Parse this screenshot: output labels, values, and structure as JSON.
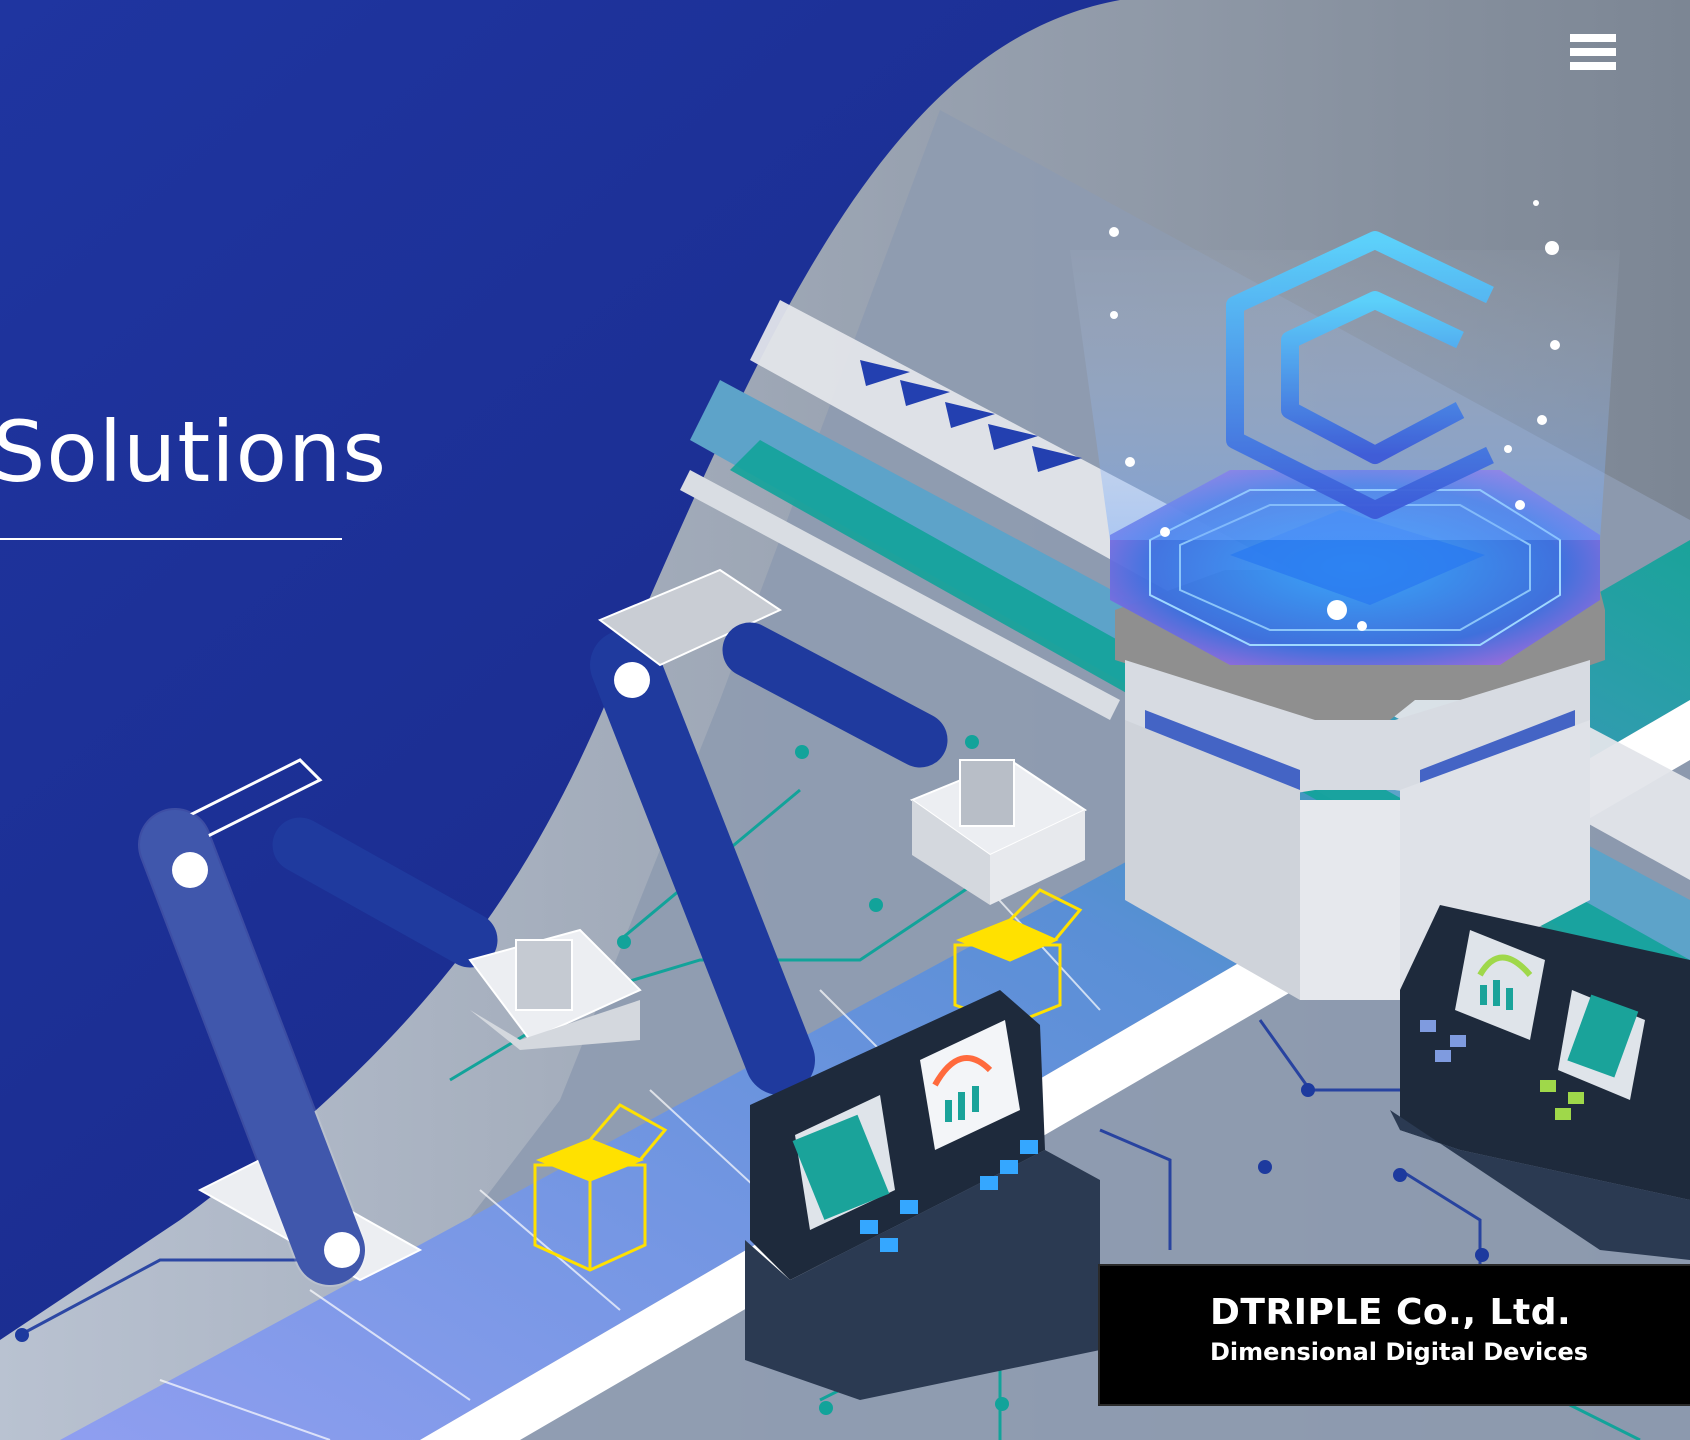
{
  "hero": {
    "title": "Solutions"
  },
  "header": {
    "menu_icon": "hamburger-menu-icon"
  },
  "brand": {
    "name": "DTRIPLE Co., Ltd.",
    "tagline": "Dimensional Digital Devices"
  },
  "colors": {
    "navy": "#1b2b8f",
    "gray_panel": "#8e9bb0",
    "teal": "#12a39a",
    "accent_blue": "#2340b0",
    "yellow": "#ffe100"
  }
}
